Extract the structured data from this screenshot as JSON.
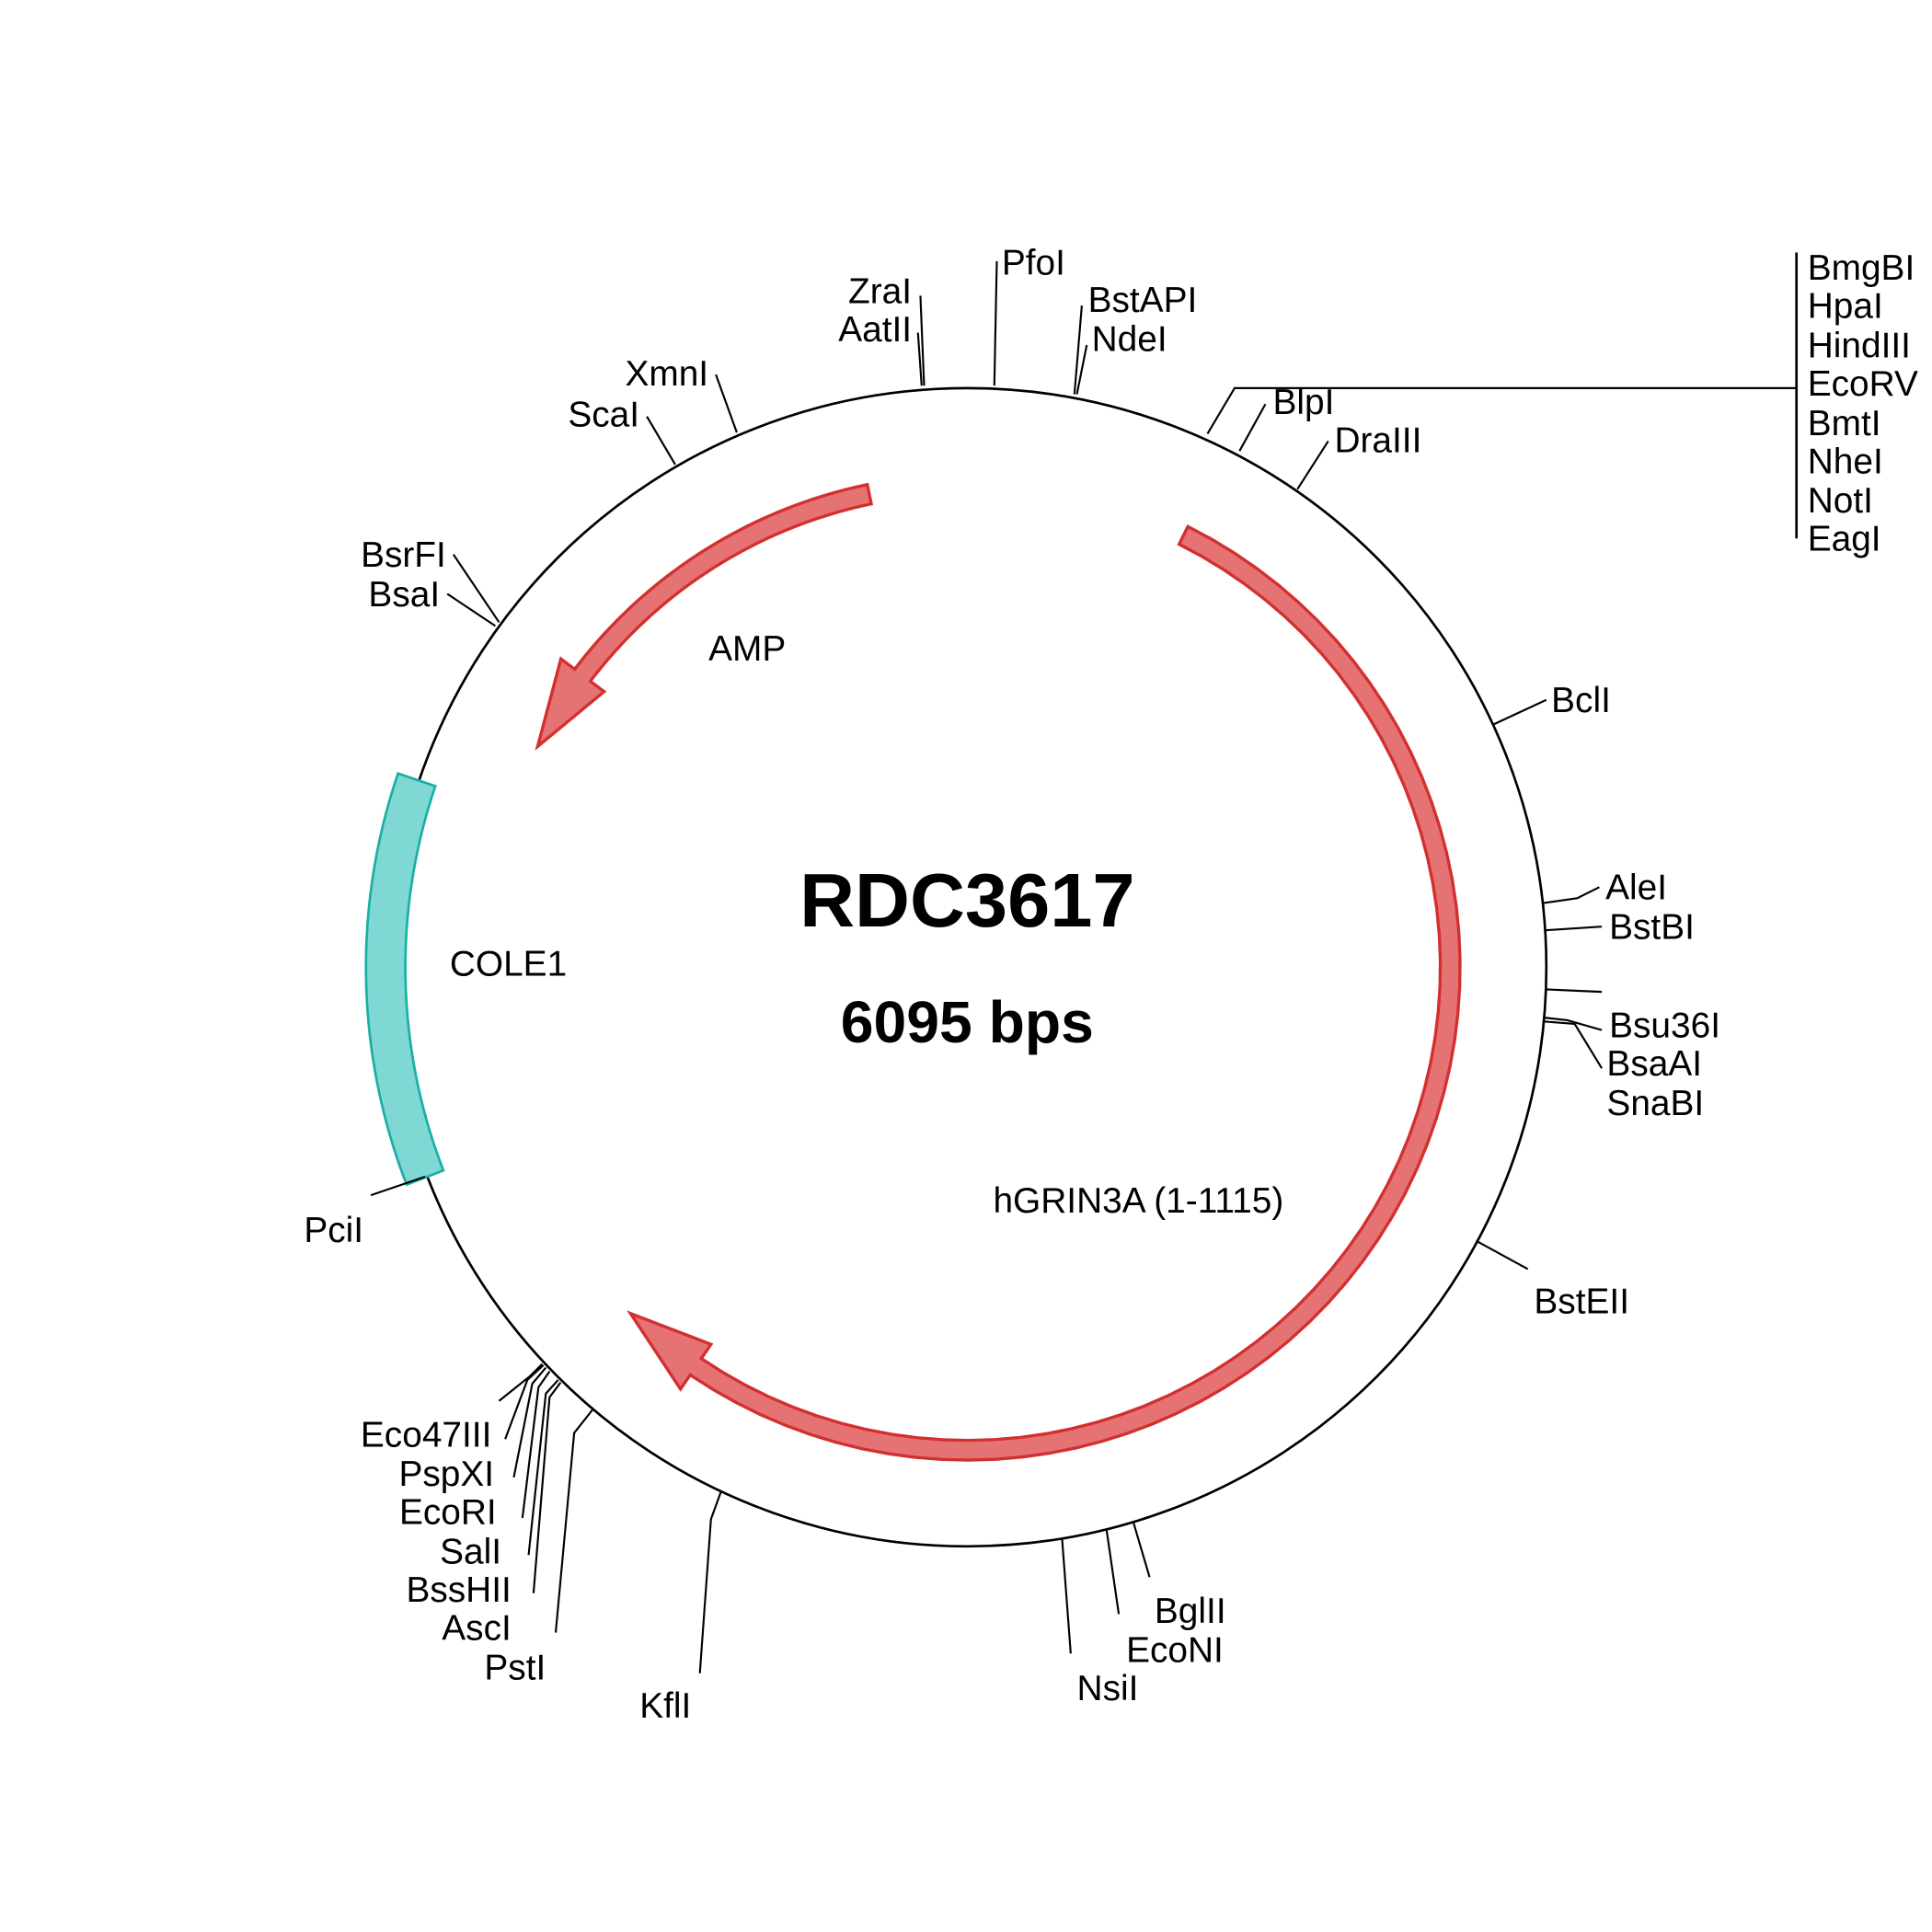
{
  "plasmid": {
    "name": "RDC3617",
    "length_label": "6095 bps"
  },
  "colors": {
    "arrow_fill": "#e57373",
    "arrow_stroke": "#d32f2f",
    "ori_fill": "#7fd8d4",
    "ori_stroke": "#1aaea6",
    "backbone": "#000000"
  },
  "features": [
    {
      "name": "AMP",
      "type": "arrow"
    },
    {
      "name": "hGRIN3A (1-1115)",
      "type": "arrow"
    },
    {
      "name": "COLE1",
      "type": "origin"
    }
  ],
  "sites": [
    {
      "name": "PfoI"
    },
    {
      "name": "ZraI"
    },
    {
      "name": "AatII"
    },
    {
      "name": "BstAPI"
    },
    {
      "name": "NdeI"
    },
    {
      "name": "XmnI"
    },
    {
      "name": "ScaI"
    },
    {
      "name": "BsrFI"
    },
    {
      "name": "BsaI"
    },
    {
      "name": "BmgBI"
    },
    {
      "name": "HpaI"
    },
    {
      "name": "HindIII"
    },
    {
      "name": "EcoRV"
    },
    {
      "name": "BmtI"
    },
    {
      "name": "NheI"
    },
    {
      "name": "NotI"
    },
    {
      "name": "EagI"
    },
    {
      "name": "BlpI"
    },
    {
      "name": "DraIII"
    },
    {
      "name": "BclI"
    },
    {
      "name": "AleI"
    },
    {
      "name": "BstBI"
    },
    {
      "name": "Bsu36I"
    },
    {
      "name": "BsaAI"
    },
    {
      "name": "SnaBI"
    },
    {
      "name": "BstEII"
    },
    {
      "name": "BglII"
    },
    {
      "name": "EcoNI"
    },
    {
      "name": "NsiI"
    },
    {
      "name": "KflI"
    },
    {
      "name": "PstI"
    },
    {
      "name": "AscI"
    },
    {
      "name": "BssHII"
    },
    {
      "name": "SalI"
    },
    {
      "name": "EcoRI"
    },
    {
      "name": "PspXI"
    },
    {
      "name": "Eco47III"
    },
    {
      "name": "PciI"
    }
  ]
}
